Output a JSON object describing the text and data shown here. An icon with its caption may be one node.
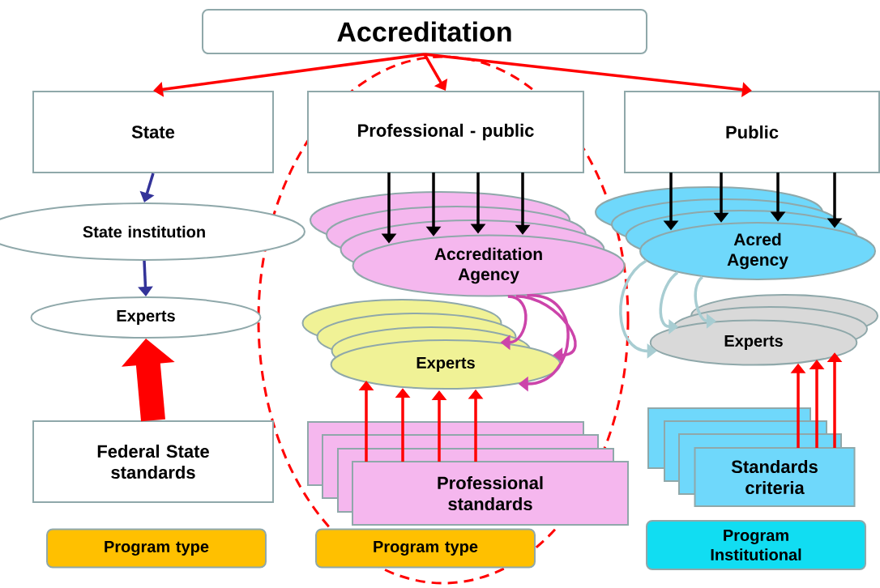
{
  "diagram": {
    "nodes": [
      {
        "text": [
          "Accreditation"
        ]
      },
      {
        "text": [
          "State"
        ]
      },
      {
        "text": [
          "Professional - public"
        ]
      },
      {
        "text": [
          "Public"
        ]
      },
      {
        "text": [
          "State institution"
        ]
      },
      {
        "text": [
          "Experts"
        ]
      },
      {
        "text": [
          "Federal State standards"
        ]
      },
      {
        "text": [
          "Program type"
        ]
      },
      {
        "text": [
          "Accreditation Agency"
        ]
      },
      {
        "text": [
          "Experts"
        ]
      },
      {
        "text": [
          "Professional standards"
        ]
      },
      {
        "text": [
          "Program type"
        ]
      },
      {
        "text": [
          "Acred Agency"
        ]
      },
      {
        "text": [
          "Experts"
        ]
      },
      {
        "text": [
          "Standards criteria"
        ]
      },
      {
        "text": [
          "Program Institutional"
        ]
      }
    ],
    "edges": [
      {
        "from": 0,
        "to": 1,
        "arrow": "to"
      },
      {
        "from": 0,
        "to": 2,
        "arrow": "to"
      },
      {
        "from": 0,
        "to": 3,
        "arrow": "to"
      },
      {
        "from": 1,
        "to": 4,
        "arrow": "to",
        "color": "#333399"
      },
      {
        "from": 4,
        "to": 5,
        "arrow": "to",
        "color": "#333399"
      },
      {
        "from": 6,
        "to": 5,
        "arrow": "to",
        "style": "thick"
      },
      {
        "from": 2,
        "to": 8,
        "arrow": "to",
        "color": "#000000"
      },
      {
        "from": 2,
        "to": 8,
        "arrow": "to",
        "color": "#000000"
      },
      {
        "from": 2,
        "to": 8,
        "arrow": "to",
        "color": "#000000"
      },
      {
        "from": 2,
        "to": 8,
        "arrow": "to",
        "color": "#000000"
      },
      {
        "from": 10,
        "to": 9,
        "arrow": "to"
      },
      {
        "from": 10,
        "to": 9,
        "arrow": "to"
      },
      {
        "from": 10,
        "to": 9,
        "arrow": "to"
      },
      {
        "from": 10,
        "to": 9,
        "arrow": "to"
      },
      {
        "from": 8,
        "to": 9,
        "arrow": "to",
        "color": "#cc44aa"
      },
      {
        "from": 8,
        "to": 9,
        "arrow": "to",
        "color": "#cc44aa"
      },
      {
        "from": 8,
        "to": 9,
        "arrow": "to",
        "color": "#cc44aa"
      },
      {
        "from": 3,
        "to": 12,
        "arrow": "to",
        "color": "#000000"
      },
      {
        "from": 3,
        "to": 12,
        "arrow": "to",
        "color": "#000000"
      },
      {
        "from": 3,
        "to": 12,
        "arrow": "to",
        "color": "#000000"
      },
      {
        "from": 3,
        "to": 12,
        "arrow": "to",
        "color": "#000000"
      },
      {
        "from": 12,
        "to": 13,
        "arrow": "to",
        "color": "#a8cdd2"
      },
      {
        "from": 12,
        "to": 13,
        "arrow": "to",
        "color": "#a8cdd2"
      },
      {
        "from": 12,
        "to": 13,
        "arrow": "to",
        "color": "#a8cdd2"
      },
      {
        "from": 14,
        "to": 13,
        "arrow": "to"
      },
      {
        "from": 14,
        "to": 13,
        "arrow": "to"
      },
      {
        "from": 14,
        "to": 13,
        "arrow": "to"
      }
    ]
  }
}
